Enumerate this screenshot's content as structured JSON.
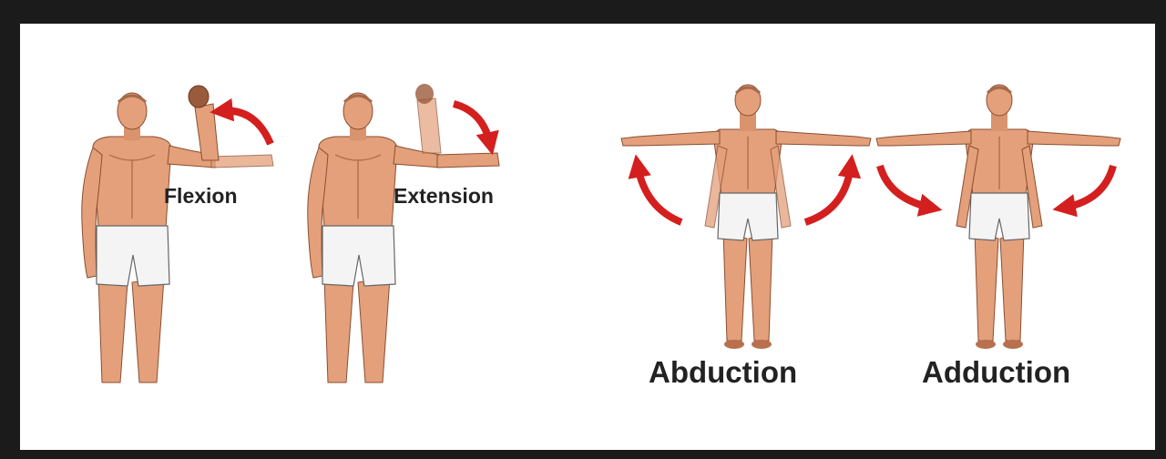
{
  "colors": {
    "frame": "#1b1b1b",
    "background": "#ffffff",
    "skin": "#e3a07a",
    "skin_shadow": "#b8704e",
    "shorts": "#f4f4f4",
    "arrow": "#d41f1f",
    "label": "#222222"
  },
  "labels": {
    "flexion": "Flexion",
    "extension": "Extension",
    "abduction": "Abduction",
    "adduction": "Adduction"
  },
  "figures": [
    {
      "name": "flexion-figure",
      "movement": "flexion",
      "arm_pose": "forearm raised upward at elbow",
      "arrow": "upward-left curve"
    },
    {
      "name": "extension-figure",
      "movement": "extension",
      "arm_pose": "forearm lowered to horizontal",
      "arrow": "downward-right curve"
    },
    {
      "name": "abduction-figure",
      "movement": "abduction",
      "arm_pose": "both arms raised horizontally",
      "arrow": "upward away from body"
    },
    {
      "name": "adduction-figure",
      "movement": "adduction",
      "arm_pose": "both arms raised horizontally",
      "arrow": "downward toward body"
    }
  ]
}
